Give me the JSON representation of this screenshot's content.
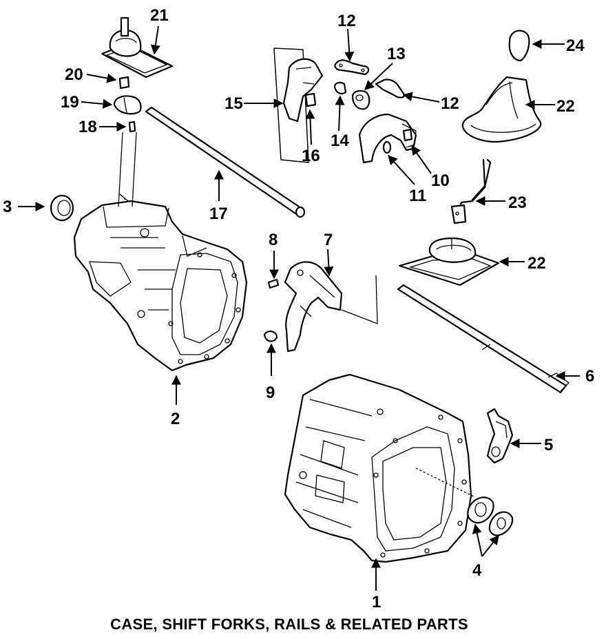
{
  "caption": "CASE, SHIFT FORKS, RAILS & RELATED PARTS",
  "callouts": {
    "c1": "1",
    "c2": "2",
    "c3": "3",
    "c4": "4",
    "c5": "5",
    "c6": "6",
    "c7": "7",
    "c8": "8",
    "c9": "9",
    "c10": "10",
    "c11": "11",
    "c12a": "12",
    "c12b": "12",
    "c13": "13",
    "c14": "14",
    "c15": "15",
    "c16": "16",
    "c17": "17",
    "c18": "18",
    "c19": "19",
    "c20": "20",
    "c21": "21",
    "c22a": "22",
    "c22b": "22",
    "c23": "23",
    "c24": "24"
  }
}
